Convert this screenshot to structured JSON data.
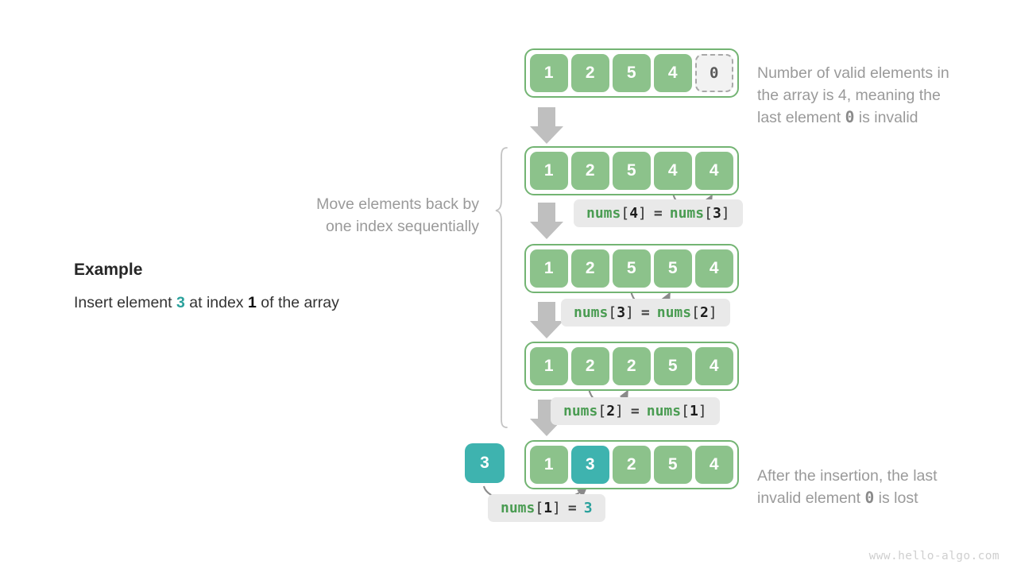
{
  "example": {
    "title": "Example",
    "sentence_prefix": "Insert element ",
    "sentence_value": "3",
    "sentence_middle": " at index ",
    "sentence_index": "1",
    "sentence_suffix": " of the array"
  },
  "notes": {
    "top": "Number of valid elements in\nthe array is 4, meaning the\nlast element ",
    "top_code": "0",
    "top_tail": " is invalid",
    "middle": "Move elements back by\none index sequentially",
    "bottom": "After the insertion, the last\ninvalid element ",
    "bottom_code": "0",
    "bottom_tail": " is lost"
  },
  "rows": [
    {
      "name": "row-initial",
      "cells": [
        {
          "v": "1",
          "style": "green"
        },
        {
          "v": "2",
          "style": "green"
        },
        {
          "v": "5",
          "style": "green"
        },
        {
          "v": "4",
          "style": "green"
        },
        {
          "v": "0",
          "style": "invalid"
        }
      ]
    },
    {
      "name": "row-step-1",
      "cells": [
        {
          "v": "1",
          "style": "green"
        },
        {
          "v": "2",
          "style": "green"
        },
        {
          "v": "5",
          "style": "green"
        },
        {
          "v": "4",
          "style": "green"
        },
        {
          "v": "4",
          "style": "green"
        }
      ]
    },
    {
      "name": "row-step-2",
      "cells": [
        {
          "v": "1",
          "style": "green"
        },
        {
          "v": "2",
          "style": "green"
        },
        {
          "v": "5",
          "style": "green"
        },
        {
          "v": "5",
          "style": "green"
        },
        {
          "v": "4",
          "style": "green"
        }
      ]
    },
    {
      "name": "row-step-3",
      "cells": [
        {
          "v": "1",
          "style": "green"
        },
        {
          "v": "2",
          "style": "green"
        },
        {
          "v": "2",
          "style": "green"
        },
        {
          "v": "5",
          "style": "green"
        },
        {
          "v": "4",
          "style": "green"
        }
      ]
    },
    {
      "name": "row-final",
      "cells": [
        {
          "v": "1",
          "style": "green"
        },
        {
          "v": "3",
          "style": "teal"
        },
        {
          "v": "2",
          "style": "green"
        },
        {
          "v": "5",
          "style": "green"
        },
        {
          "v": "4",
          "style": "green"
        }
      ]
    }
  ],
  "insert_element": {
    "value": "3"
  },
  "code_labels": [
    {
      "name": "code-nums4-eq-nums3",
      "lhs_name": "nums",
      "lhs_index": "4",
      "eq": "=",
      "rhs_name": "nums",
      "rhs_index": "3",
      "rhs_value": null
    },
    {
      "name": "code-nums3-eq-nums2",
      "lhs_name": "nums",
      "lhs_index": "3",
      "eq": "=",
      "rhs_name": "nums",
      "rhs_index": "2",
      "rhs_value": null
    },
    {
      "name": "code-nums2-eq-nums1",
      "lhs_name": "nums",
      "lhs_index": "2",
      "eq": "=",
      "rhs_name": "nums",
      "rhs_index": "1",
      "rhs_value": null
    },
    {
      "name": "code-nums1-eq-3",
      "lhs_name": "nums",
      "lhs_index": "1",
      "eq": "=",
      "rhs_name": null,
      "rhs_index": null,
      "rhs_value": "3"
    }
  ],
  "watermark": "www.hello-algo.com",
  "colors": {
    "green_fill": "#8cc28b",
    "green_border": "#73b473",
    "teal": "#3eb3af",
    "arrow_gray": "#bfbfbf",
    "curve_gray": "#8a8a8a",
    "pill_bg": "#e9e9e9",
    "note_text": "#9a9a9a"
  }
}
